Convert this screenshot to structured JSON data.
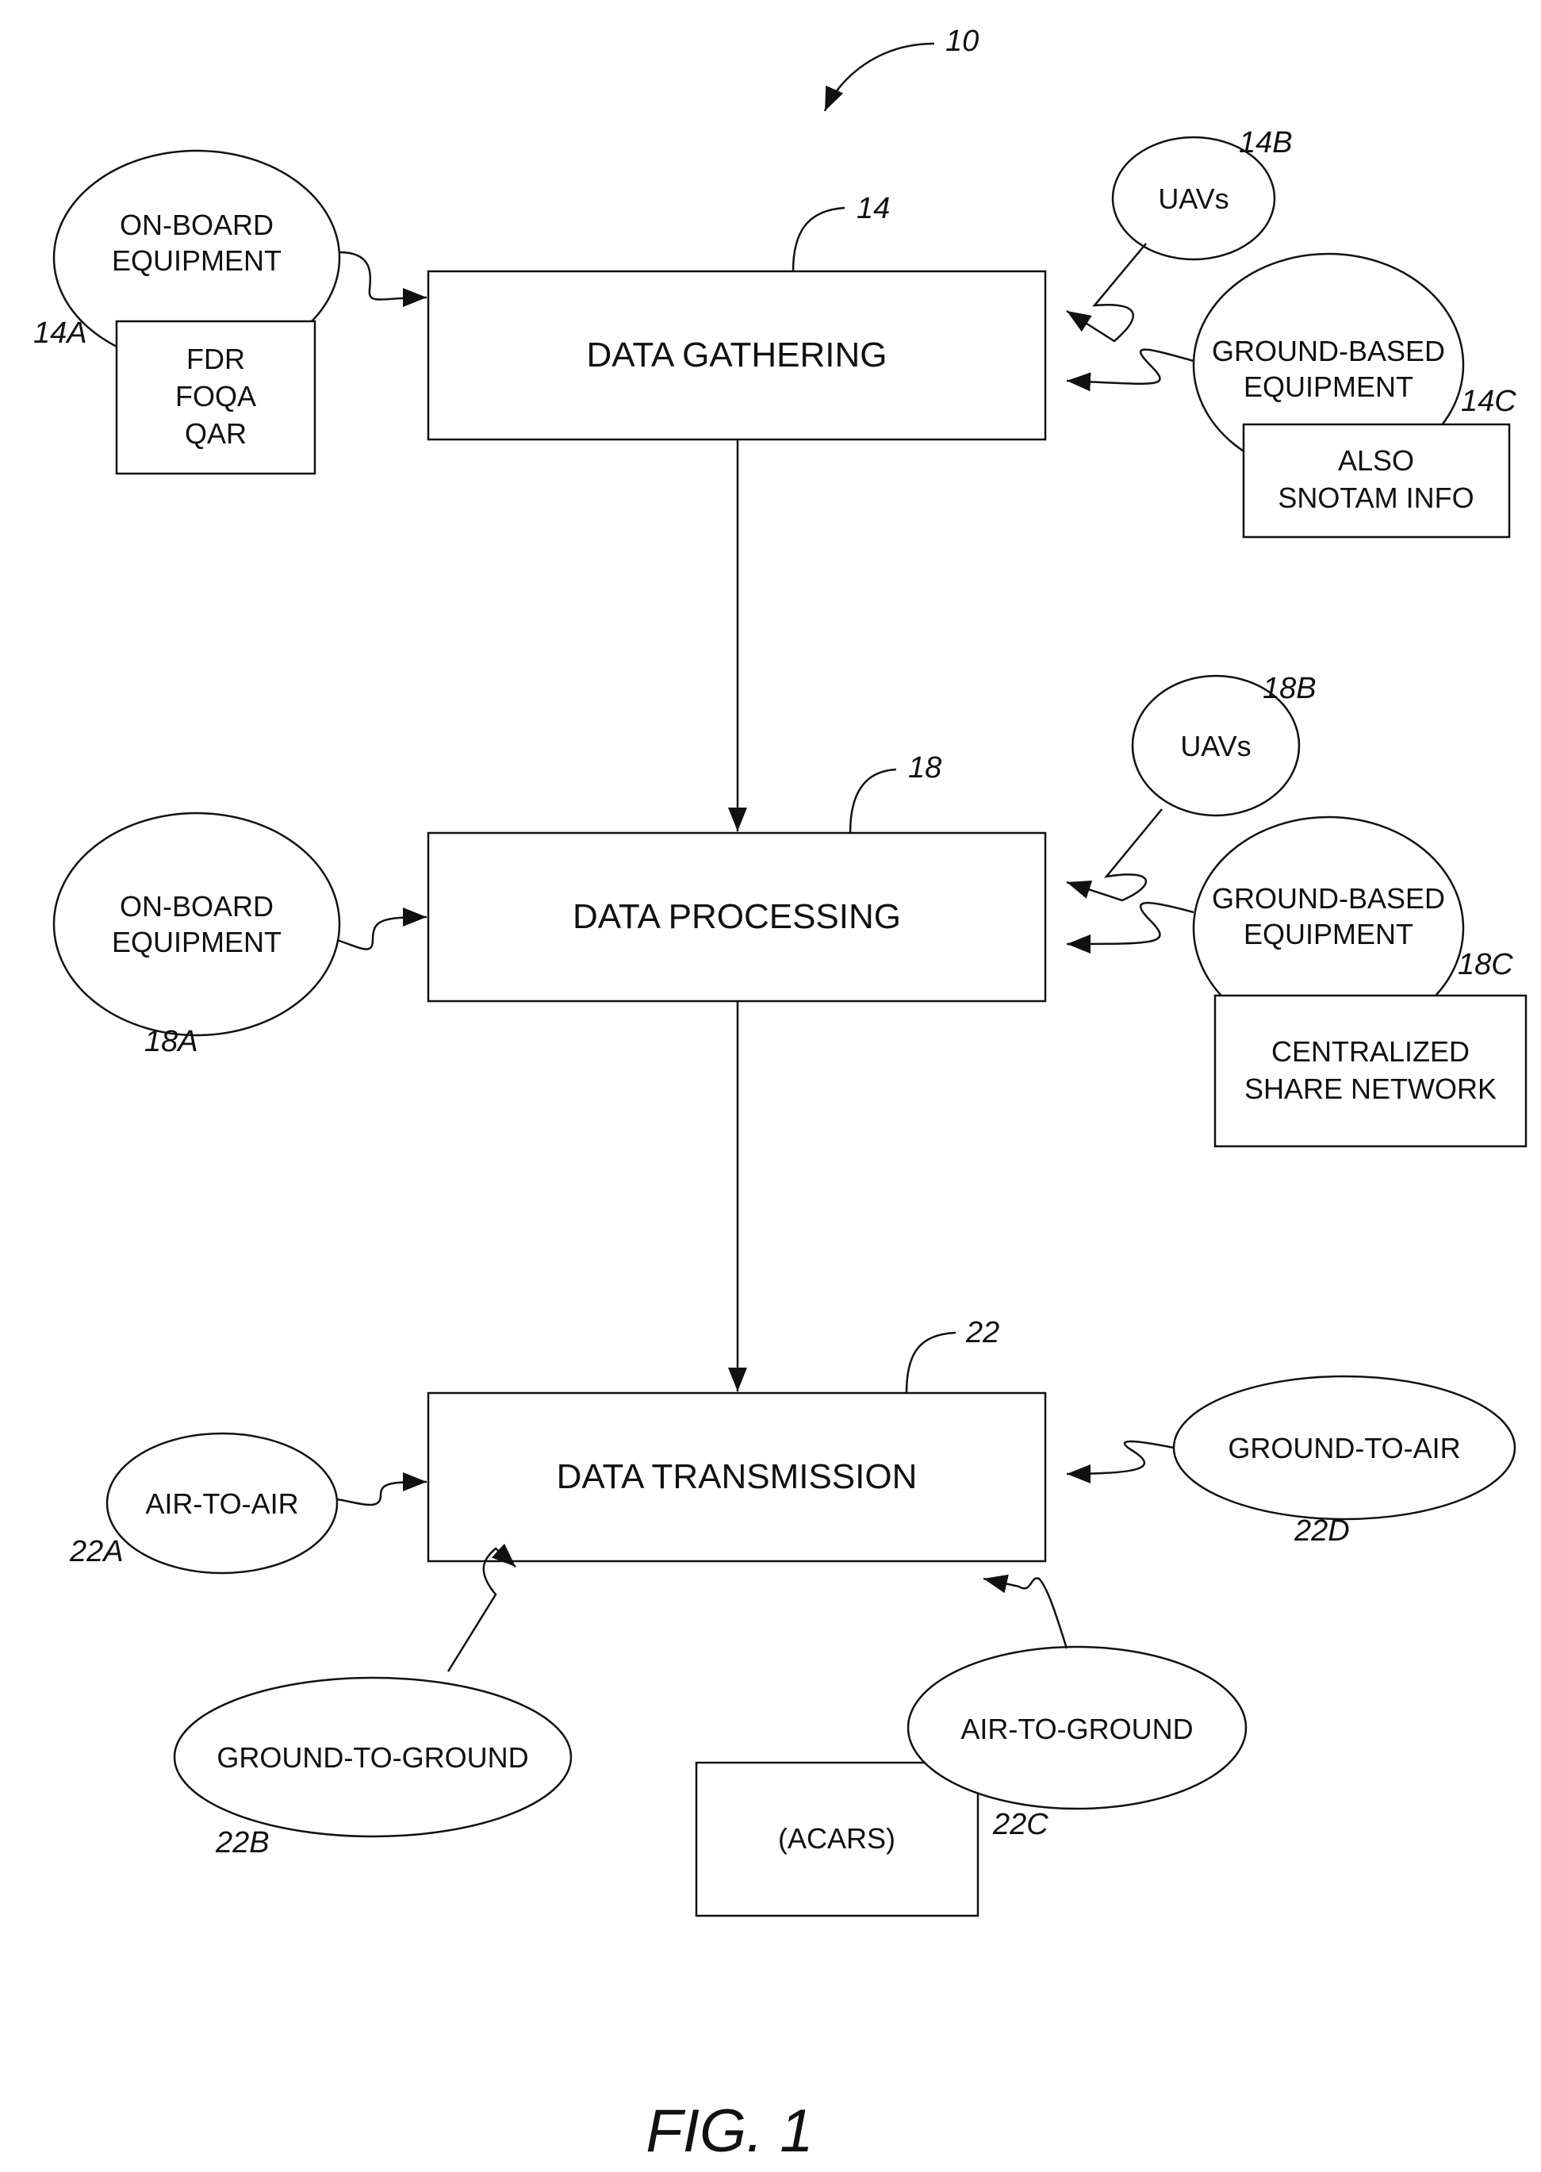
{
  "figure": {
    "ref": "10",
    "caption": "FIG. 1"
  },
  "gathering": {
    "ref": "14",
    "title": "DATA GATHERING",
    "onboard": {
      "ref": "14A",
      "line1": "ON-BOARD",
      "line2": "EQUIPMENT",
      "box": [
        "FDR",
        "FOQA",
        "QAR"
      ]
    },
    "uavs": {
      "ref": "14B",
      "label": "UAVs"
    },
    "ground": {
      "ref": "14C",
      "line1": "GROUND-BASED",
      "line2": "EQUIPMENT",
      "box": [
        "ALSO",
        "SNOTAM INFO"
      ]
    }
  },
  "processing": {
    "ref": "18",
    "title": "DATA PROCESSING",
    "onboard": {
      "ref": "18A",
      "line1": "ON-BOARD",
      "line2": "EQUIPMENT"
    },
    "uavs": {
      "ref": "18B",
      "label": "UAVs"
    },
    "ground": {
      "ref": "18C",
      "line1": "GROUND-BASED",
      "line2": "EQUIPMENT",
      "box": [
        "CENTRALIZED",
        "SHARE NETWORK"
      ]
    }
  },
  "transmission": {
    "ref": "22",
    "title": "DATA TRANSMISSION",
    "air_to_air": {
      "ref": "22A",
      "label": "AIR-TO-AIR"
    },
    "ground_to_ground": {
      "ref": "22B",
      "label": "GROUND-TO-GROUND"
    },
    "air_to_ground": {
      "ref": "22C",
      "label": "AIR-TO-GROUND",
      "box": "(ACARS)"
    },
    "ground_to_air": {
      "ref": "22D",
      "label": "GROUND-TO-AIR"
    }
  }
}
